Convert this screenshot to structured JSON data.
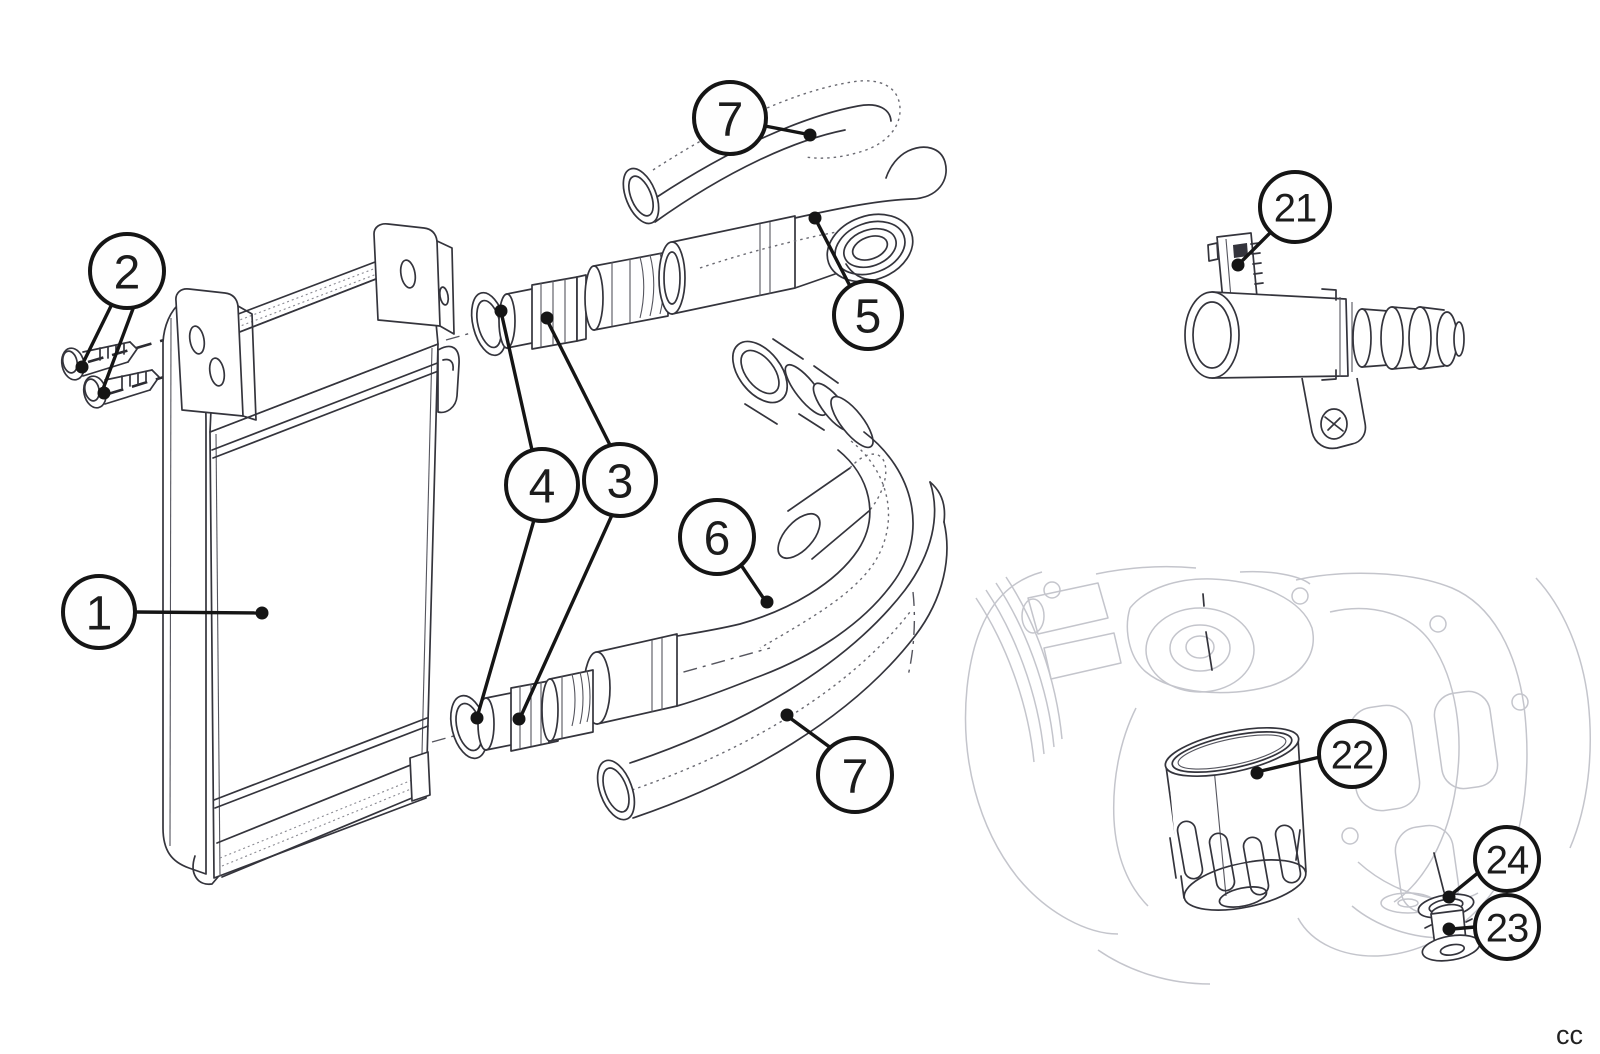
{
  "figure": {
    "background_color": "#ffffff",
    "line_color": "#34343c",
    "faded_line_color": "#c4c5cc",
    "callout_fill": "#fefefe",
    "callout_stroke": "#151515",
    "watermark": "cc"
  },
  "callouts": [
    {
      "id": "callout-1",
      "label": "1"
    },
    {
      "id": "callout-2",
      "label": "2"
    },
    {
      "id": "callout-3",
      "label": "3"
    },
    {
      "id": "callout-4",
      "label": "4"
    },
    {
      "id": "callout-5",
      "label": "5"
    },
    {
      "id": "callout-6",
      "label": "6"
    },
    {
      "id": "callout-7-upper",
      "label": "7"
    },
    {
      "id": "callout-7-lower",
      "label": "7"
    },
    {
      "id": "callout-21",
      "label": "21"
    },
    {
      "id": "callout-22",
      "label": "22"
    },
    {
      "id": "callout-23",
      "label": "23"
    },
    {
      "id": "callout-24",
      "label": "24"
    }
  ]
}
